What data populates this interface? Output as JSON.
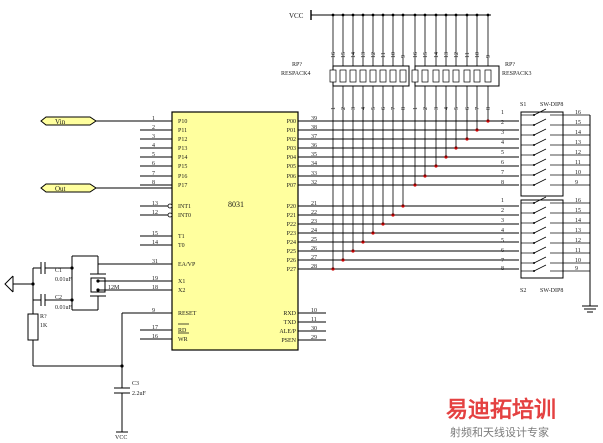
{
  "schematic": {
    "mcu": {
      "ref": "8031"
    },
    "left_pins": [
      {
        "num": "1",
        "label": "P10"
      },
      {
        "num": "2",
        "label": "P11"
      },
      {
        "num": "3",
        "label": "P12"
      },
      {
        "num": "4",
        "label": "P13"
      },
      {
        "num": "5",
        "label": "P14"
      },
      {
        "num": "6",
        "label": "P15"
      },
      {
        "num": "7",
        "label": "P16"
      },
      {
        "num": "8",
        "label": "P17"
      },
      {
        "num": "13",
        "label": "INT1"
      },
      {
        "num": "12",
        "label": "INT0"
      },
      {
        "num": "15",
        "label": "T1"
      },
      {
        "num": "14",
        "label": "T0"
      },
      {
        "num": "31",
        "label": "EA/VP"
      },
      {
        "num": "19",
        "label": "X1"
      },
      {
        "num": "18",
        "label": "X2"
      },
      {
        "num": "9",
        "label": "RESET"
      },
      {
        "num": "17",
        "label": "RD"
      },
      {
        "num": "16",
        "label": "WR"
      }
    ],
    "right_pins": [
      {
        "num": "39",
        "label": "P00"
      },
      {
        "num": "38",
        "label": "P01"
      },
      {
        "num": "37",
        "label": "P02"
      },
      {
        "num": "36",
        "label": "P03"
      },
      {
        "num": "35",
        "label": "P04"
      },
      {
        "num": "34",
        "label": "P05"
      },
      {
        "num": "33",
        "label": "P06"
      },
      {
        "num": "32",
        "label": "P07"
      },
      {
        "num": "21",
        "label": "P20"
      },
      {
        "num": "22",
        "label": "P21"
      },
      {
        "num": "23",
        "label": "P22"
      },
      {
        "num": "24",
        "label": "P23"
      },
      {
        "num": "25",
        "label": "P24"
      },
      {
        "num": "26",
        "label": "P25"
      },
      {
        "num": "27",
        "label": "P26"
      },
      {
        "num": "28",
        "label": "P27"
      },
      {
        "num": "10",
        "label": "RXD"
      },
      {
        "num": "11",
        "label": "TXD"
      },
      {
        "num": "30",
        "label": "ALE/P"
      },
      {
        "num": "29",
        "label": "PSEN"
      }
    ],
    "ports": {
      "vin": "Vin",
      "out": "Out"
    },
    "vcc_top": "VCC",
    "vcc_bottom": "VCC",
    "respack_left": {
      "ref": "RP?",
      "name": "RESPACK4"
    },
    "respack_right": {
      "ref": "RP?",
      "name": "RESPACK3"
    },
    "respack_top_nums": [
      "16",
      "15",
      "14",
      "13",
      "12",
      "11",
      "10",
      "9"
    ],
    "respack_bottom_nums": [
      "1",
      "2",
      "3",
      "4",
      "5",
      "6",
      "7",
      "8"
    ],
    "switch_top": {
      "ref": "S1",
      "name": "SW-DIP8"
    },
    "switch_bottom": {
      "ref": "S2",
      "name": "SW-DIP8"
    },
    "switch_left_nums": [
      "1",
      "2",
      "3",
      "4",
      "5",
      "6",
      "7",
      "8"
    ],
    "switch_right_nums": [
      "16",
      "15",
      "14",
      "13",
      "12",
      "11",
      "10",
      "9"
    ],
    "c1": {
      "ref": "C1",
      "value": "0.01uF"
    },
    "c2": {
      "ref": "C2",
      "value": "0.01uF"
    },
    "c3": {
      "ref": "C3",
      "value": "2.2uF"
    },
    "crystal": {
      "value": "12M"
    },
    "r1": {
      "ref": "R?",
      "value": "1K"
    }
  },
  "watermark": {
    "line1": "易迪拓培训",
    "line2": "射频和天线设计专家"
  },
  "colors": {
    "chip_fill": "#ffff9e",
    "port_fill": "#ffff9e",
    "wire": "#000000"
  }
}
